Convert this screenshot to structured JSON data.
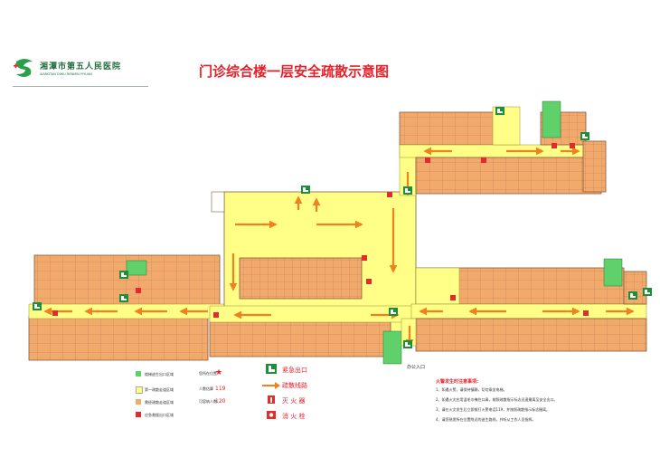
{
  "header": {
    "hospital_name": "湘潭市第五人民医院",
    "hospital_name_en": "XIANGTAN DIWU RENMIN YIYUAN",
    "title": "门诊综合楼一层安全疏散示意图"
  },
  "map": {
    "entrance_label": "办公入口",
    "colors": {
      "room": "#f2aa6c",
      "room_line": "#9a6a46",
      "corridor": "#ffff88",
      "stair": "#5fd06a",
      "arrow": "#f08020",
      "exit_sign": "#1b8f3a",
      "hydrant": "#e32b2b"
    }
  },
  "legend_left": {
    "rows": [
      {
        "color": "#5fd06a",
        "label": "楼梯逃生出口区域",
        "value_label": "您所在位置",
        "marker": "★"
      },
      {
        "color": "#ffff88",
        "label": "第一疏散走道区域",
        "value_label": "人数估算",
        "number": "119"
      },
      {
        "color": "#f2aa6c",
        "label": "需经疏散走道区域",
        "value_label": "可容纳人数",
        "number": "120"
      },
      {
        "color": "#e32b2b",
        "label": "应急救援出口区域",
        "value_label": "",
        "number": ""
      }
    ]
  },
  "legend_mid": {
    "rows": [
      {
        "symbol": "exit",
        "label": "紧急出口"
      },
      {
        "symbol": "arrow",
        "label": "疏散线路"
      },
      {
        "symbol": "extinguisher",
        "label": "灭 火 器"
      },
      {
        "symbol": "hydrant",
        "label": "消 火 栓"
      }
    ]
  },
  "notes": {
    "title": "火警发生时注意事项:",
    "items": [
      "1、如遇火警，请保持镇静，切勿乘坐电梯。",
      "2、如遇火灾应用湿毛巾掩住口鼻，按照疏散指示标志迅速撤离至安全出口。",
      "3、请在火灾发生后立即拨打火警电话119，并按照疏散指示标志撤离。",
      "4、请您熟悉所在位置附近的逃生路线，并听从工作人员指挥。"
    ]
  }
}
